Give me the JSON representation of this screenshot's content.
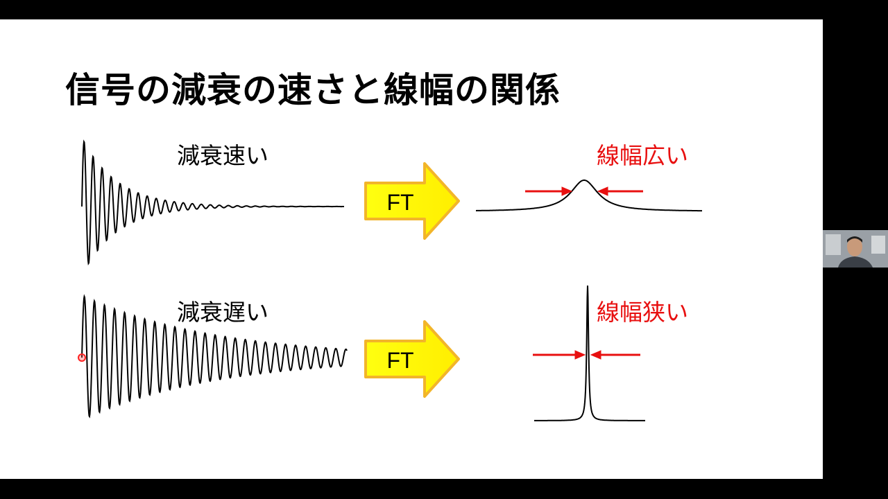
{
  "slide": {
    "title": "信号の減衰の速さと線幅の関係",
    "rows": [
      {
        "decay_label": "減衰速い",
        "ft_label": "FT",
        "linewidth_label": "線幅広い",
        "decay": "fast",
        "peak": "broad"
      },
      {
        "decay_label": "減衰遅い",
        "ft_label": "FT",
        "linewidth_label": "線幅狭い",
        "decay": "slow",
        "peak": "narrow"
      }
    ]
  },
  "colors": {
    "arrow_fill": "#ffff00",
    "arrow_edge": "#f2b52a",
    "accent_red": "#e81010",
    "signal_line": "#000000"
  },
  "icons": {
    "ft_arrow": "right-block-arrow-icon",
    "width_marker": "inward-red-arrows-icon"
  }
}
